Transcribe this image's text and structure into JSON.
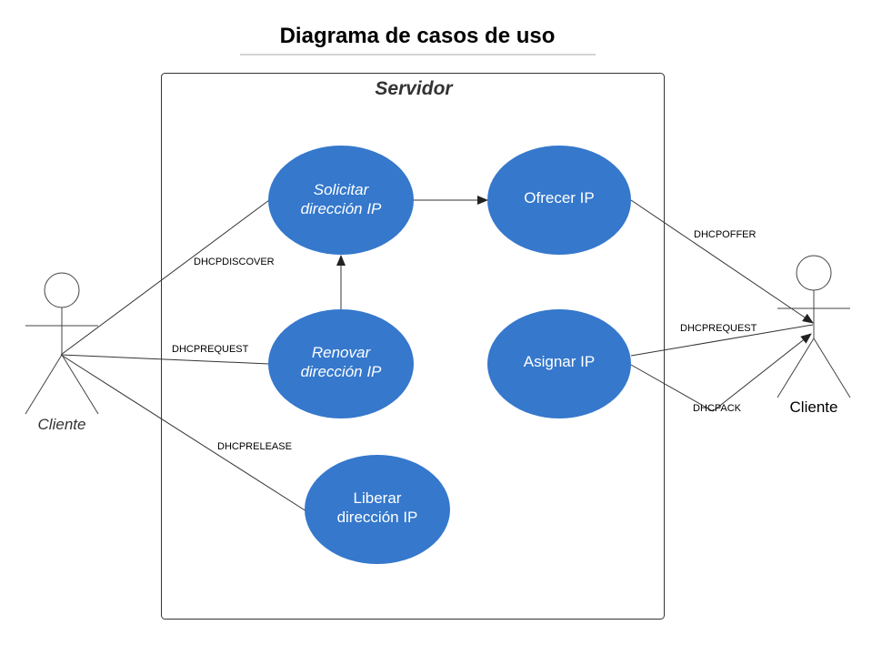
{
  "title": "Diagrama de casos de uso",
  "system": {
    "label": "Servidor"
  },
  "use_cases": {
    "solicitar": {
      "line1": "Solicitar",
      "line2": "dirección IP"
    },
    "renovar": {
      "line1": "Renovar",
      "line2": "dirección IP"
    },
    "liberar": {
      "line1": "Liberar",
      "line2": "dirección IP"
    },
    "ofrecer": {
      "line1": "Ofrecer IP"
    },
    "asignar": {
      "line1": "Asignar IP"
    }
  },
  "actors": {
    "left": {
      "label": "Cliente"
    },
    "right": {
      "label": "Cliente"
    }
  },
  "messages": {
    "discover": "DHCPDISCOVER",
    "request_left": "DHCPREQUEST",
    "release": "DHCPRELEASE",
    "offer": "DHCPOFFER",
    "request_right": "DHCPREQUEST",
    "ack": "DHCPACK"
  },
  "colors": {
    "use_case_fill": "#3578cc",
    "use_case_text": "#ffffff"
  }
}
